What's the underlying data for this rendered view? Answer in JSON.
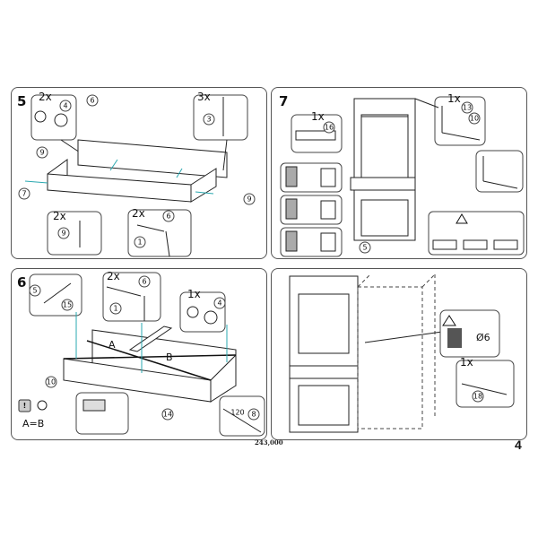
{
  "page_number": "4",
  "catalog_code": "243,000",
  "steps": [
    {
      "number": "5",
      "quantities": [
        "2x",
        "3x",
        "2x",
        "2x"
      ],
      "parts": [
        "4",
        "6",
        "3",
        "9",
        "7",
        "9",
        "9",
        "1",
        "6"
      ]
    },
    {
      "number": "7",
      "quantities": [
        "1x",
        "1x"
      ],
      "parts": [
        "16",
        "13",
        "10",
        "5"
      ]
    },
    {
      "number": "6",
      "quantities": [
        "2x",
        "1x"
      ],
      "parts": [
        "5",
        "15",
        "6",
        "1",
        "4",
        "10",
        "14",
        "8"
      ],
      "labels": {
        "a": "A",
        "b": "B",
        "equation": "A=B",
        "measure": "120"
      }
    },
    {
      "number": "",
      "quantities": [
        "1x"
      ],
      "parts": [
        "18"
      ],
      "labels": {
        "diameter": "Ø6"
      }
    }
  ],
  "icons": [
    "warning-icon",
    "exclamation-icon",
    "drill-icon",
    "tape-measure-icon"
  ]
}
